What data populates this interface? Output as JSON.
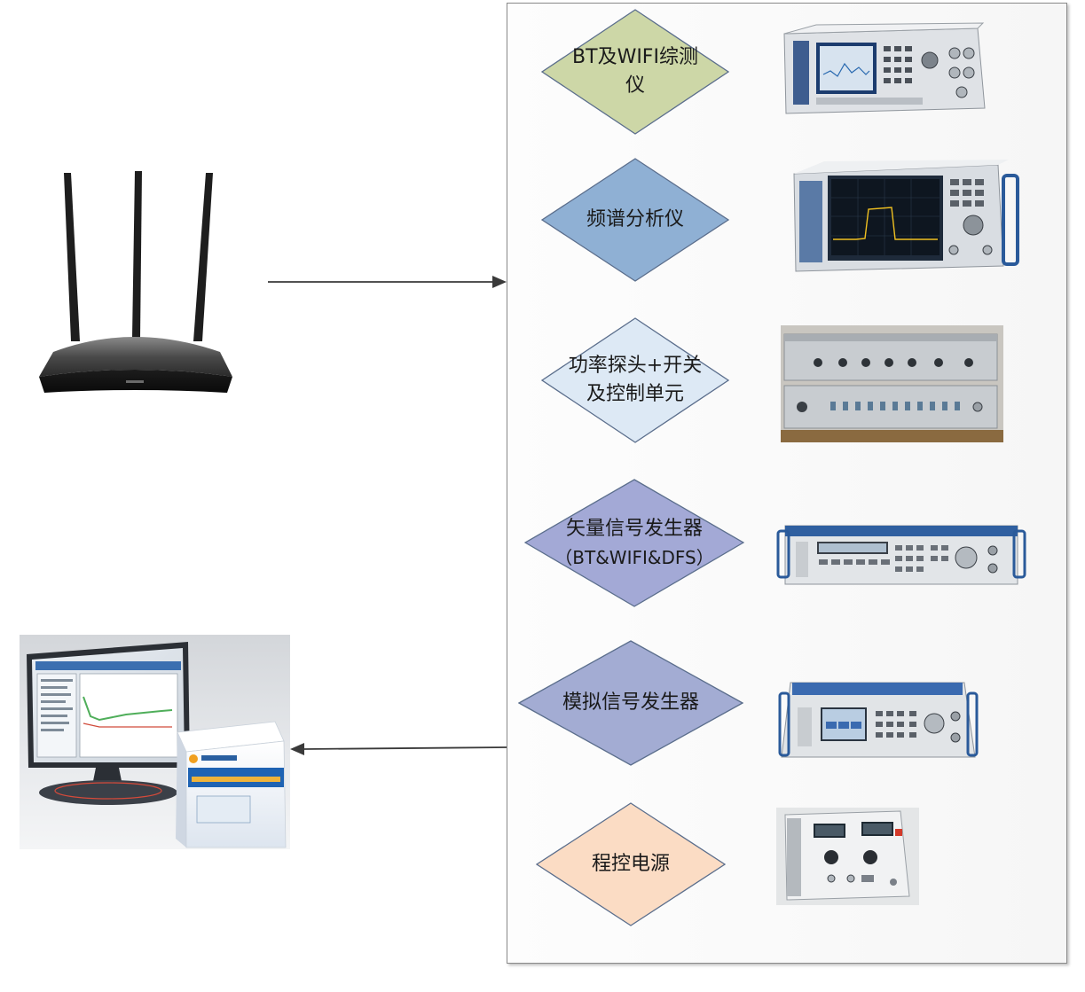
{
  "instruments": [
    {
      "line1": "BT及WIFI综测",
      "line2": "仪",
      "fill": "#cdd7a7"
    },
    {
      "line1": "频谱分析仪",
      "line2": "",
      "fill": "#8fb0d4"
    },
    {
      "line1": "功率探头+开关",
      "line2": "及控制单元",
      "fill": "#dde9f5"
    },
    {
      "line1": "矢量信号发生器",
      "line2": "（BT&WIFI&DFS）",
      "fill": "#a3a9d6"
    },
    {
      "line1": "模拟信号发生器",
      "line2": "",
      "fill": "#a3acd3"
    },
    {
      "line1": "程控电源",
      "line2": "",
      "fill": "#fbdcc4"
    }
  ],
  "colors": {
    "arrow": "#3a3a3a",
    "panel_border": "#8a8a8a",
    "diamond_border": "#5b6e8c"
  }
}
